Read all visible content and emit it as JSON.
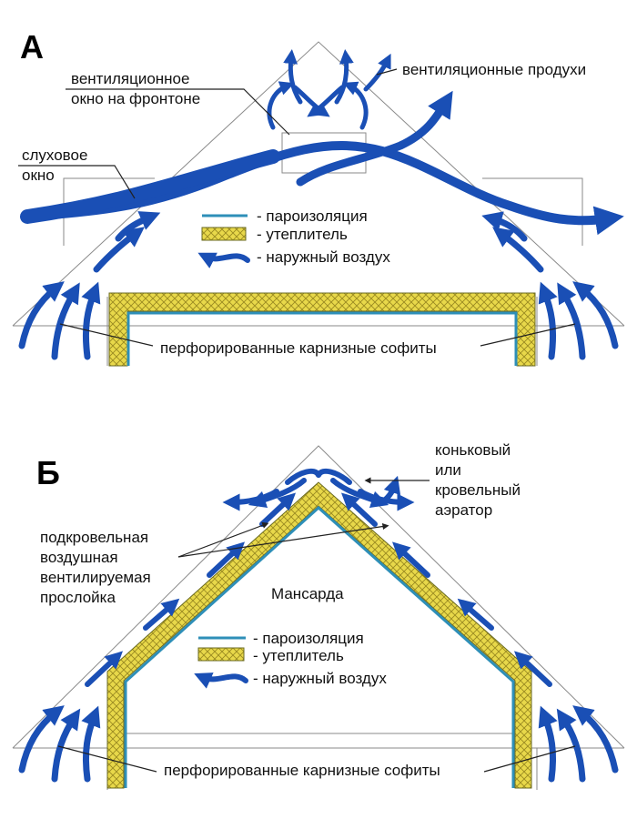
{
  "colors": {
    "air": "#1a4fb5",
    "vapor_barrier": "#2e8fb8",
    "insulation": "#e8d84a",
    "outline": "#8a8a8a"
  },
  "diagram_a": {
    "letter": "А",
    "label_gable_vent_1": "вентиляционное",
    "label_gable_vent_2": "окно на фронтоне",
    "label_vents": "вентиляционные продухи",
    "label_dormer_1": "слуховое",
    "label_dormer_2": "окно",
    "legend_vapor": "- пароизоляция",
    "legend_insulation": "- утеплитель",
    "legend_air": "- наружный воздух",
    "label_soffits": "перфорированные карнизные софиты"
  },
  "diagram_b": {
    "letter": "Б",
    "label_aerator_1": "коньковый",
    "label_aerator_2": "или",
    "label_aerator_3": "кровельный",
    "label_aerator_4": "аэратор",
    "label_layer_1": "подкровельная",
    "label_layer_2": "воздушная",
    "label_layer_3": "вентилируемая",
    "label_layer_4": "прослойка",
    "label_room": "Мансарда",
    "legend_vapor": "- пароизоляция",
    "legend_insulation": "- утеплитель",
    "legend_air": "- наружный воздух",
    "label_soffits": "перфорированные карнизные софиты"
  }
}
